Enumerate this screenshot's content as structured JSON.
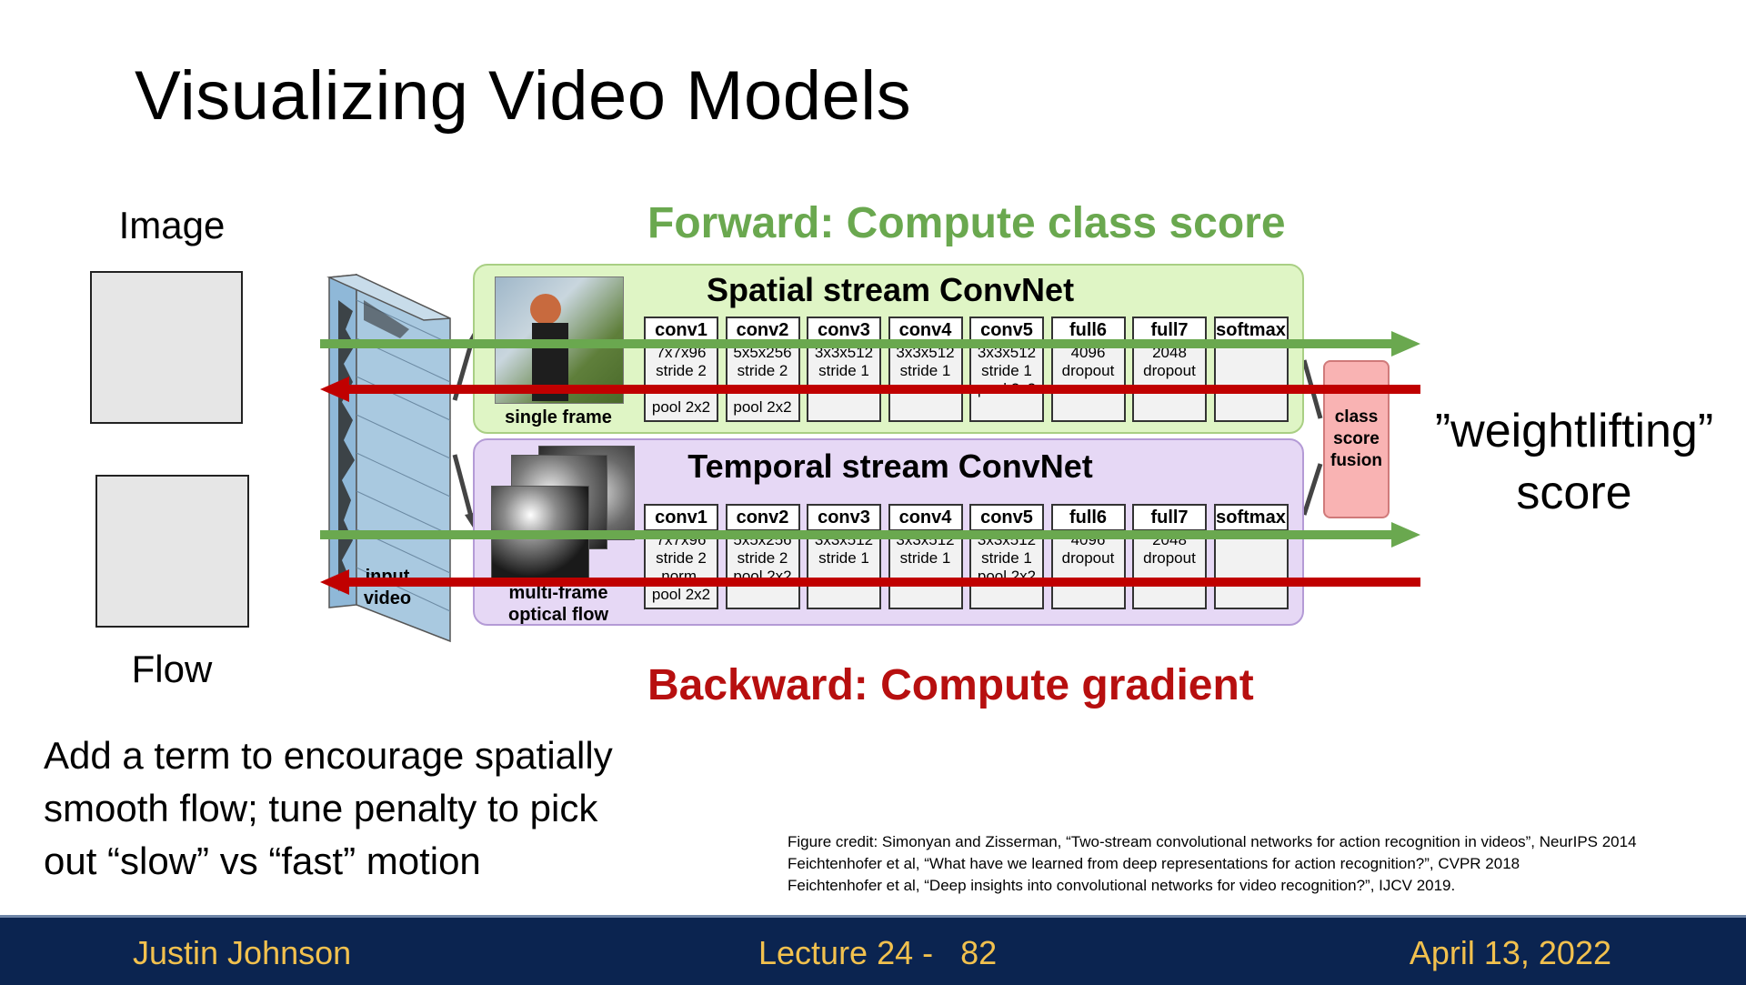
{
  "slide": {
    "title": "Visualizing Video Models",
    "image_label": "Image",
    "flow_label": "Flow",
    "forward_heading": "Forward: Compute class score",
    "backward_heading": "Backward: Compute gradient",
    "score_label": "”weightlifting”\nscore",
    "note": "Add a term to encourage spatially\nsmooth flow; tune penalty to pick\nout “slow” vs “fast” motion"
  },
  "diagram": {
    "input_caption": "input\nvideo",
    "fusion_label": "class\nscore\nfusion",
    "spatial": {
      "title": "Spatial stream ConvNet",
      "caption": "single frame",
      "layers": [
        {
          "name": "conv1",
          "lines": [
            "7x7x96",
            "stride 2",
            "norm.",
            "pool 2x2"
          ]
        },
        {
          "name": "conv2",
          "lines": [
            "5x5x256",
            "stride 2",
            "norm.",
            "pool 2x2"
          ]
        },
        {
          "name": "conv3",
          "lines": [
            "3x3x512",
            "stride 1"
          ]
        },
        {
          "name": "conv4",
          "lines": [
            "3x3x512",
            "stride 1"
          ]
        },
        {
          "name": "conv5",
          "lines": [
            "3x3x512",
            "stride 1",
            "pool 2x2"
          ]
        },
        {
          "name": "full6",
          "lines": [
            "4096",
            "dropout"
          ]
        },
        {
          "name": "full7",
          "lines": [
            "2048",
            "dropout"
          ]
        },
        {
          "name": "softmax",
          "lines": []
        }
      ]
    },
    "temporal": {
      "title": "Temporal stream ConvNet",
      "caption": "multi-frame\noptical flow",
      "layers": [
        {
          "name": "conv1",
          "lines": [
            "7x7x96",
            "stride 2",
            "norm.",
            "pool 2x2"
          ]
        },
        {
          "name": "conv2",
          "lines": [
            "5x5x256",
            "stride 2",
            "pool 2x2"
          ]
        },
        {
          "name": "conv3",
          "lines": [
            "3x3x512",
            "stride 1"
          ]
        },
        {
          "name": "conv4",
          "lines": [
            "3x3x512",
            "stride 1"
          ]
        },
        {
          "name": "conv5",
          "lines": [
            "3x3x512",
            "stride 1",
            "pool 2x2"
          ]
        },
        {
          "name": "full6",
          "lines": [
            "4096",
            "dropout"
          ]
        },
        {
          "name": "full7",
          "lines": [
            "2048",
            "dropout"
          ]
        },
        {
          "name": "softmax",
          "lines": []
        }
      ]
    }
  },
  "credits": [
    "Figure credit: Simonyan and Zisserman, “Two-stream convolutional networks for action recognition in videos”, NeurIPS 2014",
    "Feichtenhofer et al, “What have we learned from deep representations for action recognition?”, CVPR 2018",
    "Feichtenhofer et al, “Deep insights into convolutional networks for video recognition?”, IJCV 2019."
  ],
  "footer": {
    "author": "Justin Johnson",
    "lecture": "Lecture 24 -   82",
    "date": "April 13, 2022"
  },
  "colors": {
    "forward": "#6aa84f",
    "backward": "#b70f0f",
    "footer_bg": "#0b2450",
    "footer_text": "#f2c14e"
  }
}
